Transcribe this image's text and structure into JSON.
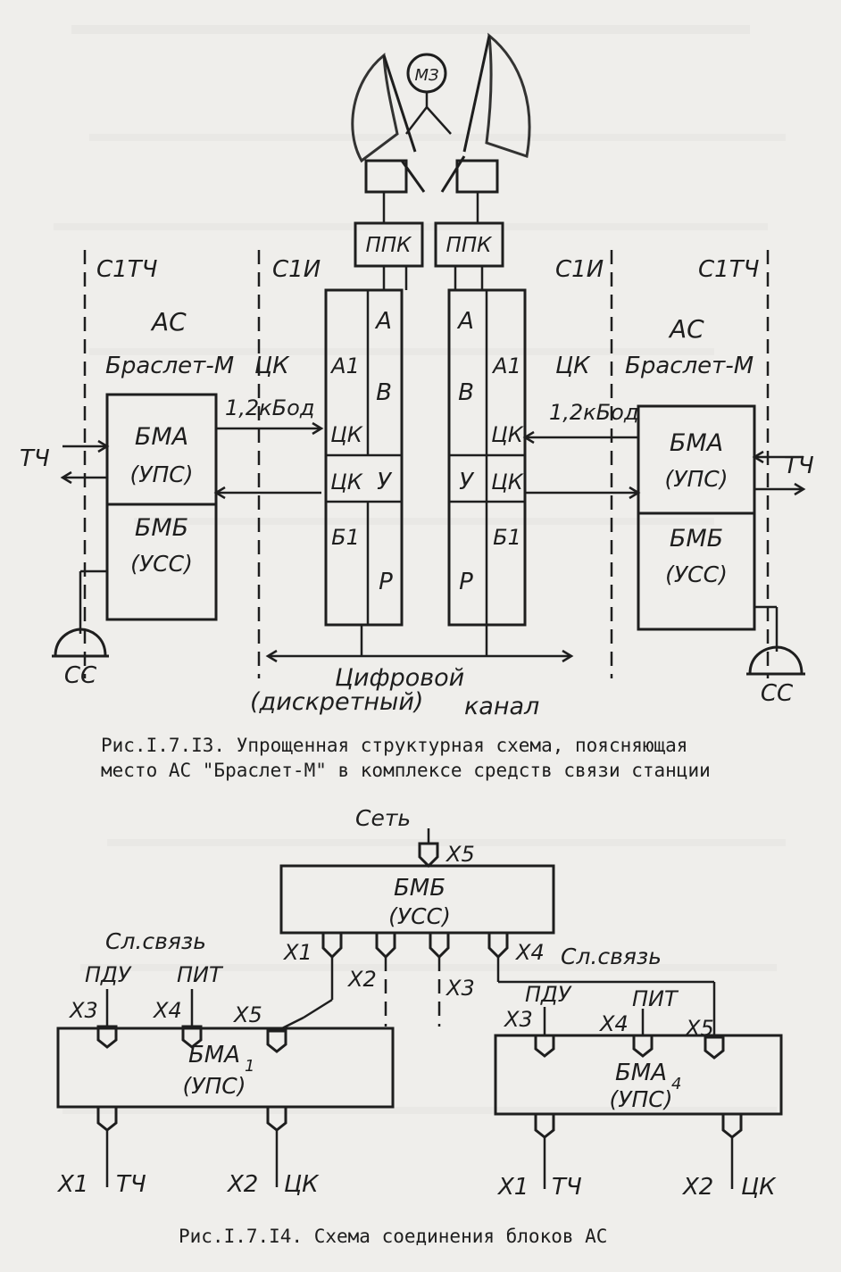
{
  "fig13": {
    "labels": {
      "mz": "МЗ",
      "ppk": "ППК",
      "s1tch": "С1ТЧ",
      "s1i": "С1И",
      "as": "АС",
      "braslet": "Браслет-М",
      "tsk": "ЦК",
      "a1": "А1",
      "speed": "1,2кБод",
      "tch": "ТЧ",
      "bma": "БМА",
      "ups": "(УПС)",
      "bmb": "БМБ",
      "uss": "(УСС)",
      "b1": "Б1",
      "letter_a": "А",
      "letter_v": "В",
      "letter_u": "У",
      "letter_r": "Р",
      "ss": "СС",
      "digital": "Цифровой",
      "discrete": "(дискретный)",
      "channel": "канал"
    },
    "caption_line1": "Рис.I.7.I3. Упрощенная структурная схема, поясняющая",
    "caption_line2": "место АС \"Браслет-М\" в комплексе средств связи станции"
  },
  "fig14": {
    "labels": {
      "set": "Сеть",
      "x1": "X1",
      "x2": "X2",
      "x3": "X3",
      "x4": "X4",
      "x5": "X5",
      "bmb": "БМБ",
      "uss": "(УСС)",
      "sl_svyaz": "Сл.связь",
      "pdu": "ПДУ",
      "pit": "ПИТ",
      "bma1": "БМА",
      "bma4": "БМА",
      "sub1": "1",
      "sub4": "4",
      "ups": "(УПС)",
      "tch": "ТЧ",
      "tsk": "ЦК"
    },
    "caption": "Рис.I.7.I4. Схема соединения блоков АС"
  }
}
